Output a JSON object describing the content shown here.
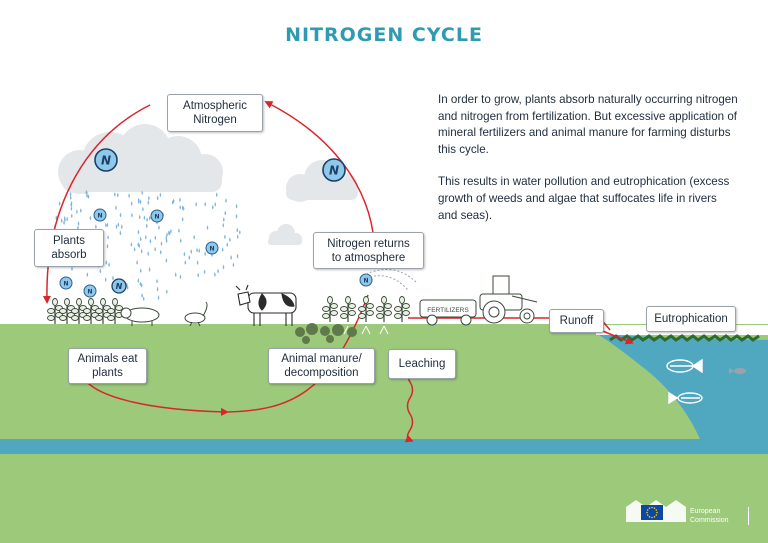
{
  "title": "NITROGEN CYCLE",
  "description": [
    "In order to grow, plants absorb naturally occurring nitrogen and nitrogen from fertilization. But excessive application of mineral fertilizers and animal manure for farming disturbs this cycle.",
    "This results in water pollution and eutrophication (excess growth of weeds and algae that suffocates life in rivers and seas)."
  ],
  "labels": {
    "atmospheric": [
      "Atmospheric",
      "Nitrogen"
    ],
    "plants_absorb": [
      "Plants",
      "absorb"
    ],
    "returns": [
      "Nitrogen returns",
      "to atmosphere"
    ],
    "animals_eat": [
      "Animals eat",
      "plants"
    ],
    "manure": [
      "Animal manure/",
      "decomposition"
    ],
    "leaching": "Leaching",
    "runoff": "Runoff",
    "eutrophication": "Eutrophication"
  },
  "icons": {
    "nitrogen_letter": "N",
    "fertilizer_text": "FERTILIZERS"
  },
  "logo": {
    "line1": "European",
    "line2": "Commission"
  },
  "colors": {
    "title": "#2f9bb3",
    "cycle_arrow": "#d9262b",
    "land": "#9cc97a",
    "water": "#4fa8c0",
    "logo_blue": "#0e47a1"
  }
}
